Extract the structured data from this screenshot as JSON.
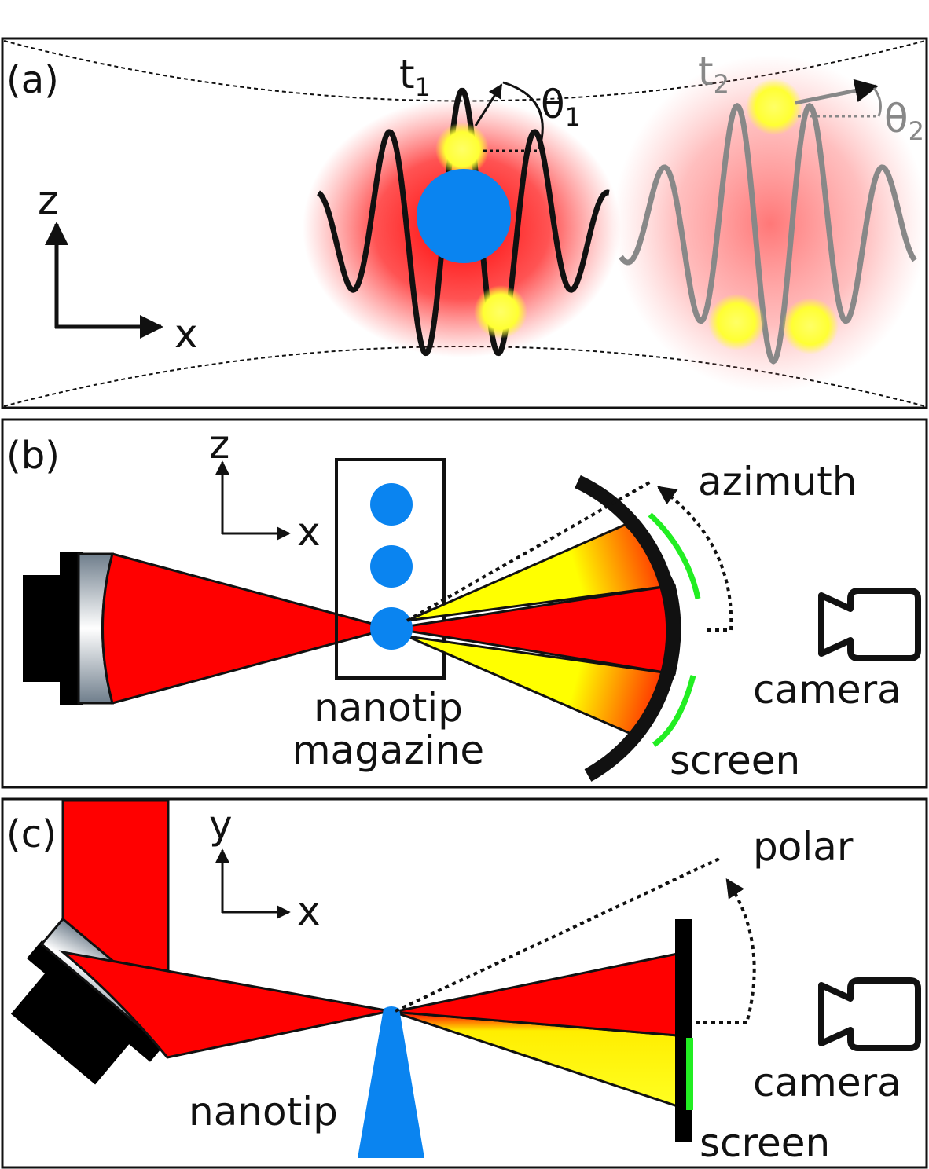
{
  "panel_a": {
    "label": "(a)",
    "t1": "t",
    "t1_sub": "1",
    "theta1": "θ",
    "theta1_sub": "1",
    "t2": "t",
    "t2_sub": "2",
    "theta2": "θ",
    "theta2_sub": "2",
    "axis_z": "z",
    "axis_x": "x"
  },
  "panel_b": {
    "label": "(b)",
    "axis_z": "z",
    "axis_x": "x",
    "magazine_line1": "nanotip",
    "magazine_line2": "magazine",
    "azimuth": "azimuth",
    "camera": "camera",
    "screen": "screen"
  },
  "panel_c": {
    "label": "(c)",
    "axis_y": "y",
    "axis_x": "x",
    "nanotip": "nanotip",
    "polar": "polar",
    "camera": "camera",
    "screen": "screen"
  },
  "colors": {
    "laser_red": "#ff0000",
    "nanotip_blue": "#0a84f0",
    "electron_yellow": "#ffff33",
    "screen_green": "#22ee22",
    "wave_black": "#111111",
    "wave_gray": "#888888"
  }
}
